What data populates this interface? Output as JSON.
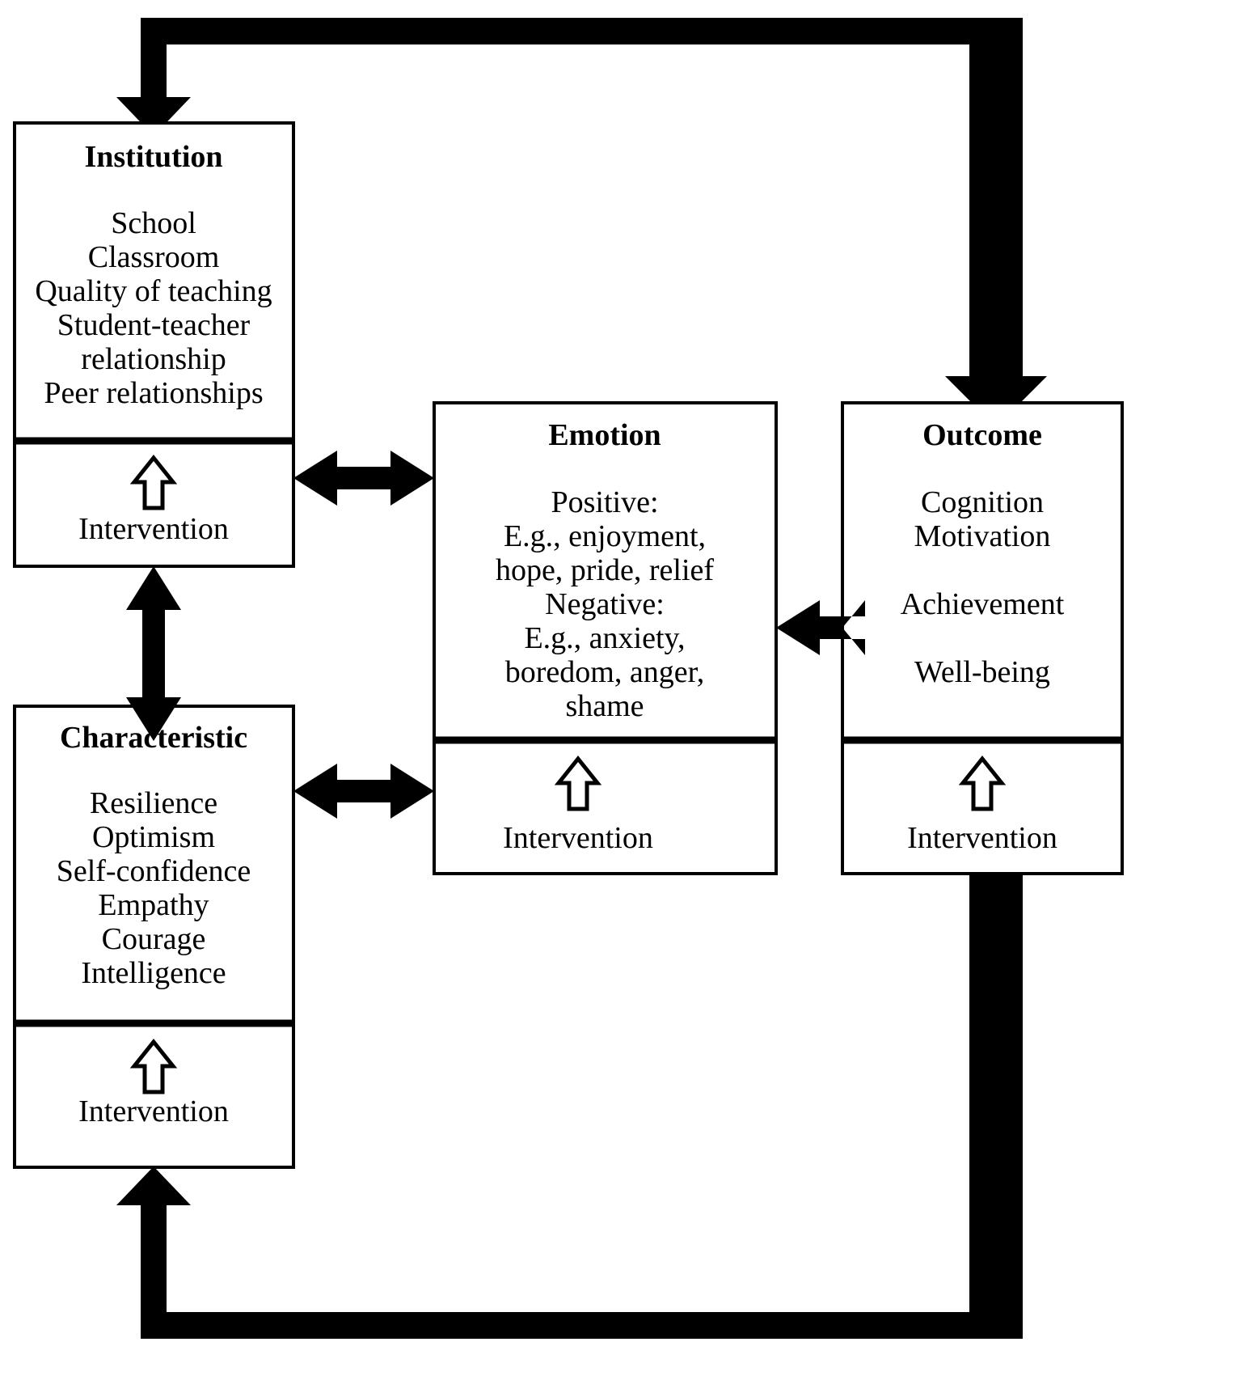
{
  "diagram": {
    "type": "flowchart",
    "intervention_label": "Intervention",
    "boxes": [
      {
        "id": "institution",
        "title": "Institution",
        "lines": [
          "School",
          "Classroom",
          "Quality of teaching",
          "Student-teacher",
          "relationship",
          "Peer relationships"
        ],
        "has_intervention_section": true
      },
      {
        "id": "characteristic",
        "title": "Characteristic",
        "lines": [
          "Resilience",
          "Optimism",
          "Self-confidence",
          "Empathy",
          "Courage",
          "Intelligence"
        ],
        "has_intervention_section": true
      },
      {
        "id": "emotion",
        "title": "Emotion",
        "lines": [
          "Positive:",
          "E.g., enjoyment,",
          "hope, pride, relief",
          "Negative:",
          "E.g., anxiety,",
          "boredom, anger,",
          "shame"
        ],
        "has_intervention_section": true
      },
      {
        "id": "outcome",
        "title": "Outcome",
        "lines": [
          "Cognition",
          "Motivation",
          "",
          "Achievement",
          "",
          "Well-being"
        ],
        "has_intervention_section": true
      }
    ],
    "connectors": [
      {
        "id": "institution-emotion",
        "from": "institution",
        "to": "emotion",
        "style": "double-headed",
        "orientation": "horizontal"
      },
      {
        "id": "emotion-outcome",
        "from": "emotion",
        "to": "outcome",
        "style": "double-headed",
        "orientation": "horizontal"
      },
      {
        "id": "characteristic-emotion",
        "from": "characteristic",
        "to": "emotion",
        "style": "double-headed",
        "orientation": "horizontal"
      },
      {
        "id": "institution-characteristic",
        "from": "institution",
        "to": "characteristic",
        "style": "double-headed",
        "orientation": "vertical"
      },
      {
        "id": "outcome-to-institution-feedback",
        "from": "outcome",
        "to": "institution",
        "style": "single-headed",
        "orientation": "loop-top"
      },
      {
        "id": "outcome-to-characteristic-feedback",
        "from": "outcome",
        "to": "characteristic",
        "style": "single-headed",
        "orientation": "loop-bottom"
      }
    ],
    "colors": {
      "stroke": "#000000",
      "fill": "#ffffff",
      "text": "#000000"
    }
  }
}
